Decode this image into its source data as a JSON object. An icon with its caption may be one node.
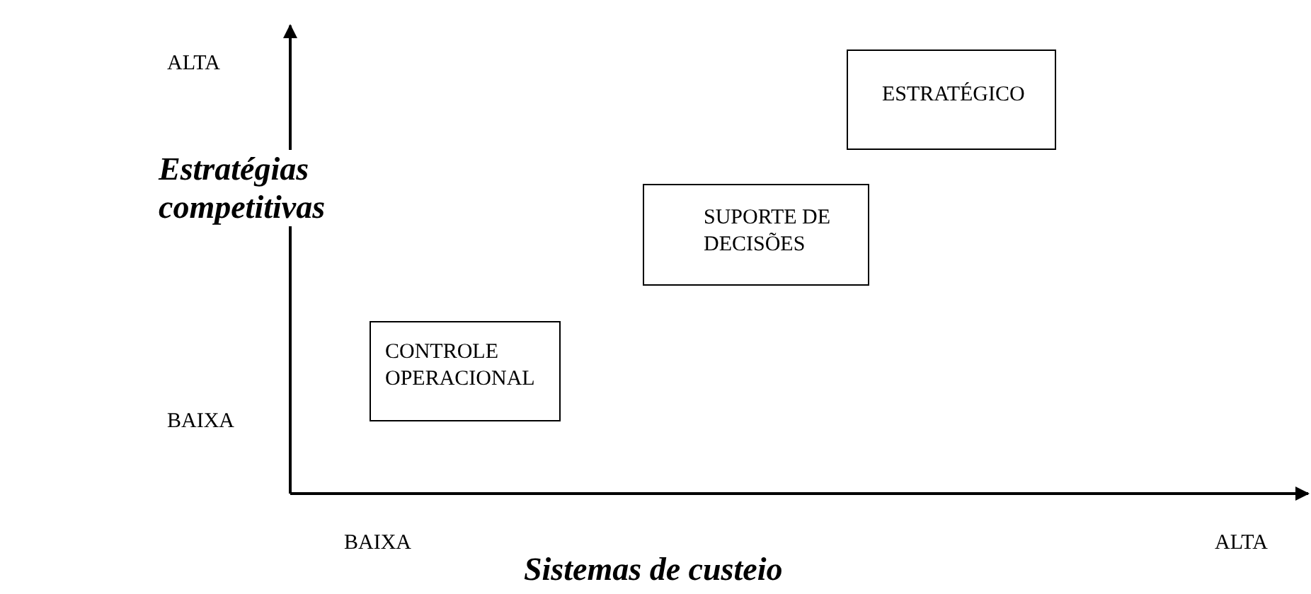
{
  "diagram": {
    "nodes": [
      {
        "text": [
          "ESTRATÉGICO"
        ]
      },
      {
        "text": [
          "SUPORTE DE DECISÕES"
        ]
      },
      {
        "text": [
          "CONTROLE OPERACIONAL"
        ]
      }
    ],
    "edges": [],
    "labels": [
      "ALTA",
      "Estratégias competitivas",
      "BAIXA",
      "BAIXA",
      "ALTA",
      "Sistemas de custeio"
    ]
  }
}
